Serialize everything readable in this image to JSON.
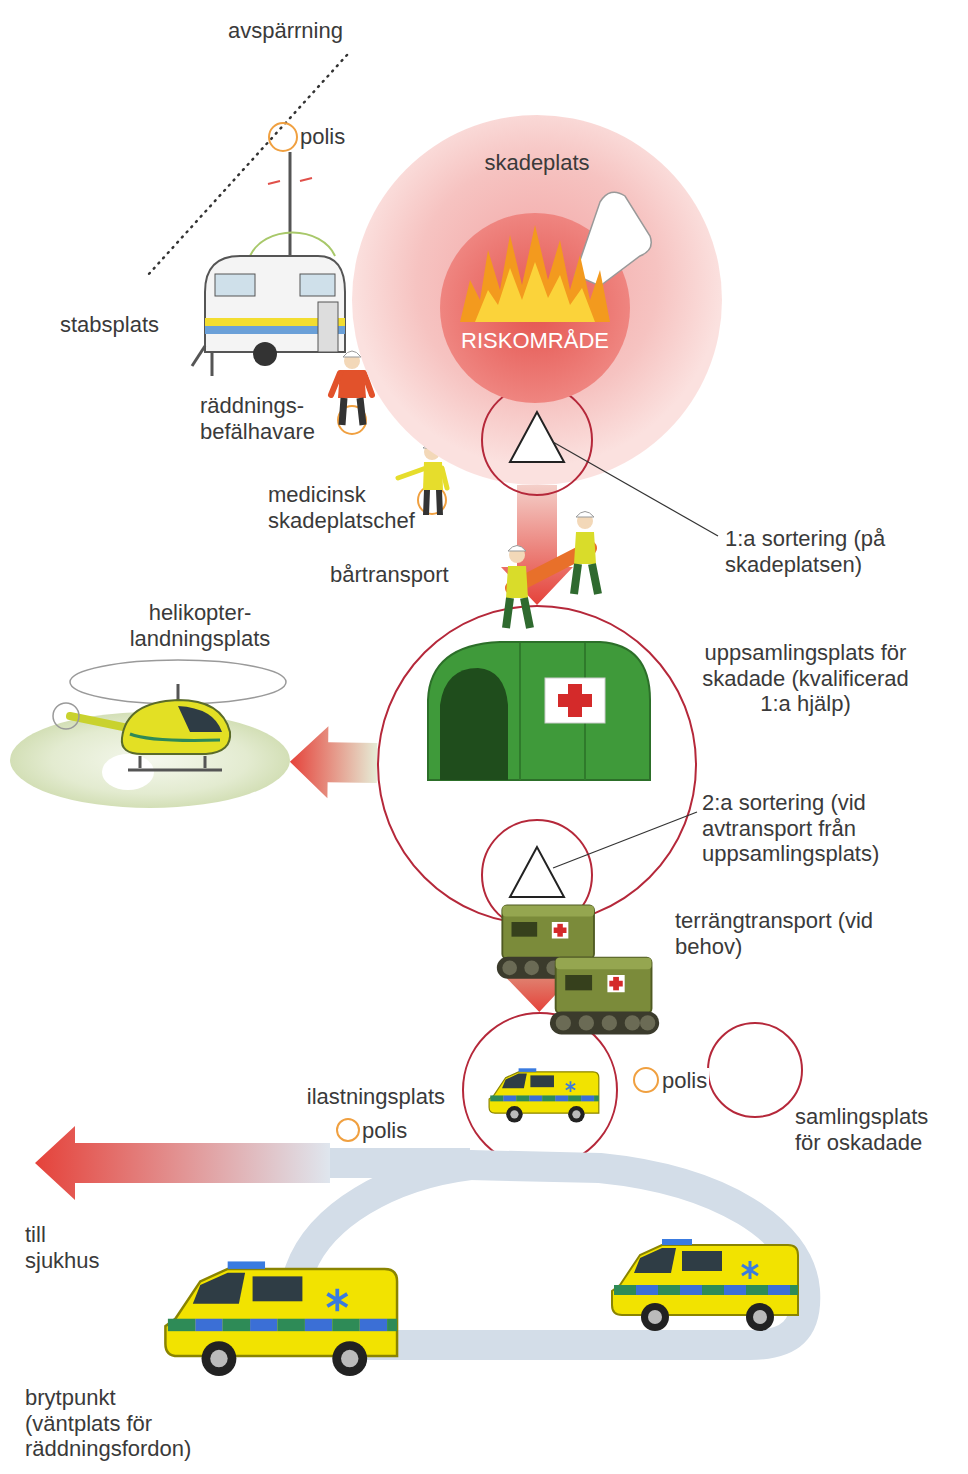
{
  "diagram": {
    "nodes": [
      {
        "text": [
          "skadeplats"
        ]
      },
      {
        "text": [
          "RISKOMRÅDE"
        ],
        "in": 0
      },
      {
        "text": [
          "helikopter- landningsplats"
        ]
      },
      {
        "text": [
          "uppsamlingsplats för skadade (kvalificerad 1:a hjälp)"
        ]
      },
      {
        "text": [
          "ilastningsplats"
        ]
      },
      {
        "text": [
          "samlingsplats för oskadade"
        ]
      },
      {
        "text": [
          "brytpunkt (väntplats för räddningsfordon)"
        ]
      }
    ],
    "edges": [
      {
        "from": 0,
        "to": 3,
        "arrow": "to"
      },
      {
        "from": 3,
        "to": 2,
        "arrow": "to"
      },
      {
        "from": 3,
        "to": 4,
        "arrow": "to"
      }
    ],
    "labels": [
      "avspärrning",
      "polis",
      "stabsplats",
      "räddnings- befälhavare",
      "medicinsk skadeplatschef",
      "bårtransport",
      "1:a sortering (på skadeplatsen)",
      "2:a sortering (vid avtransport från uppsamlingsplats)",
      "terrängtransport (vid behov)",
      "polis",
      "polis",
      "till sjukhus"
    ]
  }
}
